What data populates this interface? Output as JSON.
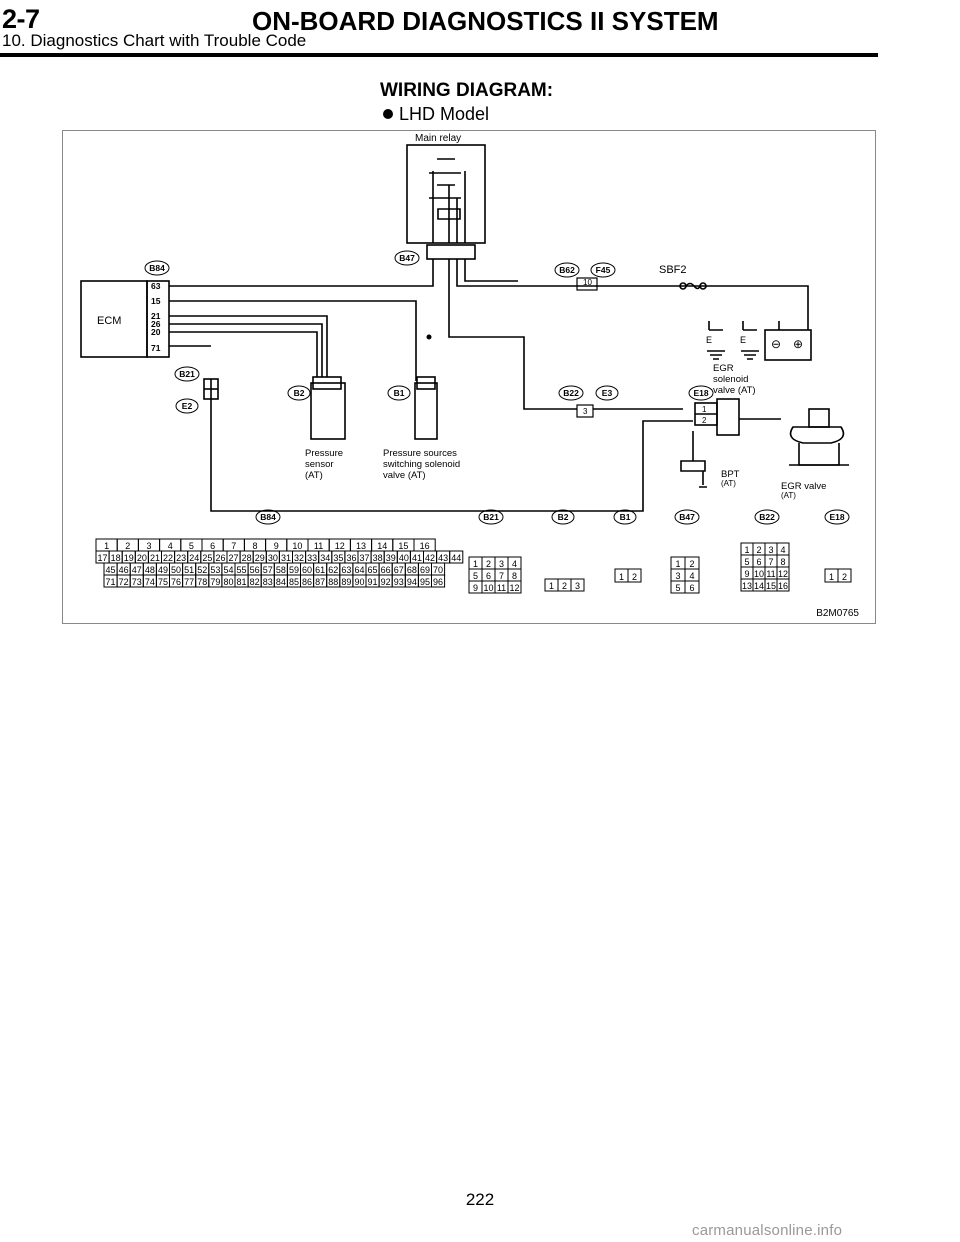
{
  "header": {
    "section_number": "2-7",
    "section_title": "ON-BOARD DIAGNOSTICS II SYSTEM",
    "subsection": "10. Diagnostics Chart with Trouble Code"
  },
  "wiring": {
    "title": "WIRING DIAGRAM:",
    "model": "LHD Model"
  },
  "diagram": {
    "figure_code": "B2M0765",
    "components": {
      "main_relay": "Main relay",
      "ecm": "ECM",
      "sbf": "SBF2",
      "pressure_sensor": [
        "Pressure",
        "sensor",
        "(AT)"
      ],
      "switching_solenoid": [
        "Pressure sources",
        "switching solenoid",
        "valve (AT)"
      ],
      "egr_solenoid": [
        "EGR",
        "solenoid",
        "valve (AT)"
      ],
      "bpt": [
        "BPT",
        "(AT)"
      ],
      "egr_valve": [
        "EGR valve",
        "(AT)"
      ],
      "ground": "E"
    },
    "connectors": {
      "B84": "B84",
      "B47": "B47",
      "B62": "B62",
      "F45": "F45",
      "B21": "B21",
      "E2": "E2",
      "B2": "B2",
      "B1": "B1",
      "B22": "B22",
      "E3": "E3",
      "E18": "E18"
    },
    "ecm_pins": [
      "63",
      "15",
      "21",
      "26",
      "20",
      "71"
    ],
    "pins": {
      "f45": "10",
      "e3": "3",
      "e18_1": "1",
      "e18_2": "2"
    },
    "connector_faces": {
      "b84": {
        "row1": [
          "1",
          "2",
          "3",
          "4",
          "5",
          "6",
          "7",
          "8",
          "9",
          "10",
          "11",
          "12",
          "13",
          "14",
          "15",
          "16"
        ],
        "row2": [
          "17",
          "18",
          "19",
          "20",
          "21",
          "22",
          "23",
          "24",
          "25",
          "26",
          "27",
          "28",
          "29",
          "30",
          "31",
          "32",
          "33",
          "34",
          "35",
          "36",
          "37",
          "38",
          "39",
          "40",
          "41",
          "42",
          "43",
          "44"
        ],
        "row3": [
          "45",
          "46",
          "47",
          "48",
          "49",
          "50",
          "51",
          "52",
          "53",
          "54",
          "55",
          "56",
          "57",
          "58",
          "59",
          "60",
          "61",
          "62",
          "63",
          "64",
          "65",
          "66",
          "67",
          "68",
          "69",
          "70"
        ],
        "row4": [
          "71",
          "72",
          "73",
          "74",
          "75",
          "76",
          "77",
          "78",
          "79",
          "80",
          "81",
          "82",
          "83",
          "84",
          "85",
          "86",
          "87",
          "88",
          "89",
          "90",
          "91",
          "92",
          "93",
          "94",
          "95",
          "96"
        ]
      },
      "b21": [
        "1",
        "2",
        "3",
        "4",
        "5",
        "6",
        "7",
        "8",
        "9",
        "10",
        "11",
        "12"
      ],
      "b2": [
        "1",
        "2",
        "3"
      ],
      "b1": [
        "1",
        "2"
      ],
      "b47": [
        "1",
        "2",
        "3",
        "4",
        "5",
        "6"
      ],
      "b22": [
        "1",
        "2",
        "3",
        "4",
        "5",
        "6",
        "7",
        "8",
        "9",
        "10",
        "11",
        "12",
        "13",
        "14",
        "15",
        "16"
      ],
      "e18": [
        "1",
        "2"
      ]
    }
  },
  "footer": {
    "page_number": "222",
    "watermark": "carmanualsonline.info"
  }
}
